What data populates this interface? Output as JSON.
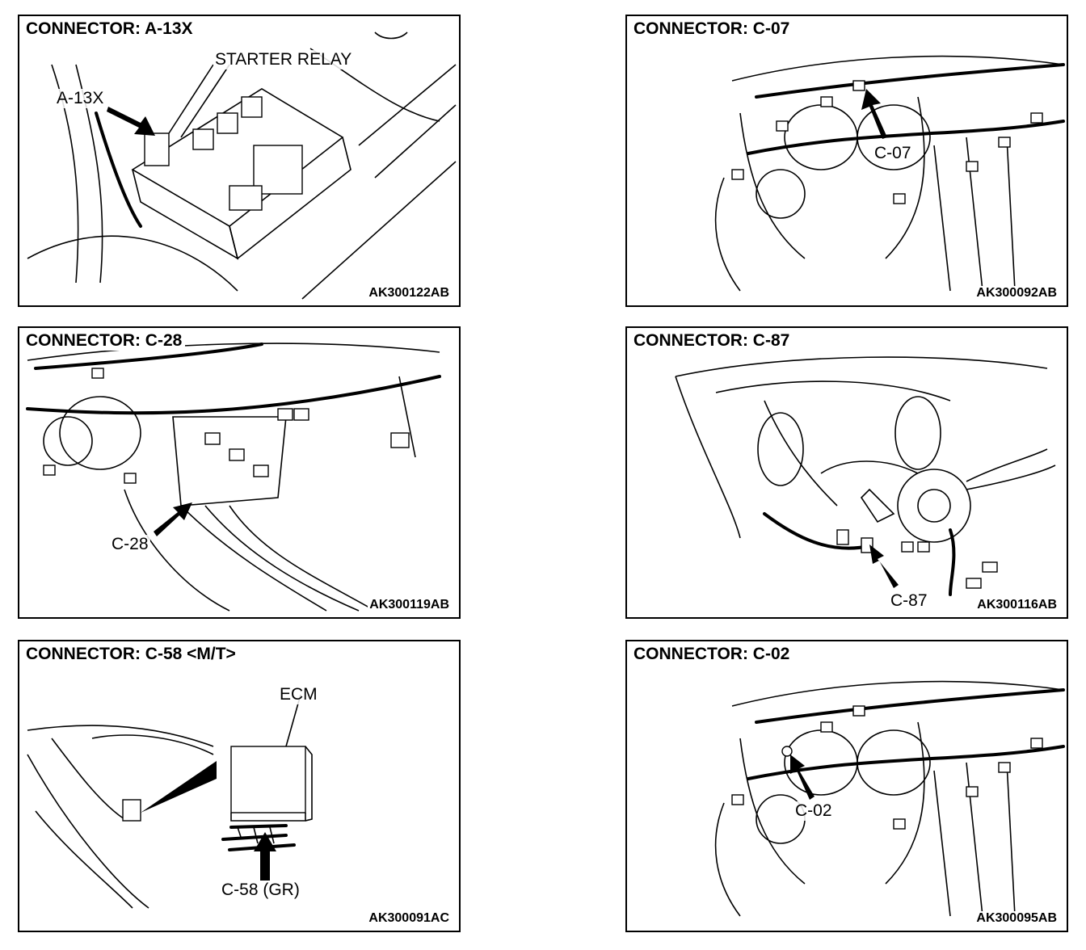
{
  "panels": [
    {
      "title": "CONNECTOR: A-13X",
      "code": "AK300122AB",
      "labels": [
        "STARTER RELAY",
        "A-13X"
      ]
    },
    {
      "title": "CONNECTOR: C-07",
      "code": "AK300092AB",
      "labels": [
        "C-07"
      ]
    },
    {
      "title": "CONNECTOR: C-28",
      "code": "AK300119AB",
      "labels": [
        "C-28"
      ]
    },
    {
      "title": "CONNECTOR: C-87",
      "code": "AK300116AB",
      "labels": [
        "C-87"
      ]
    },
    {
      "title": "CONNECTOR: C-58 <M/T>",
      "code": "AK300091AC",
      "labels": [
        "ECM",
        "C-58 (GR)"
      ]
    },
    {
      "title": "CONNECTOR: C-02",
      "code": "AK300095AB",
      "labels": [
        "C-02"
      ]
    }
  ]
}
